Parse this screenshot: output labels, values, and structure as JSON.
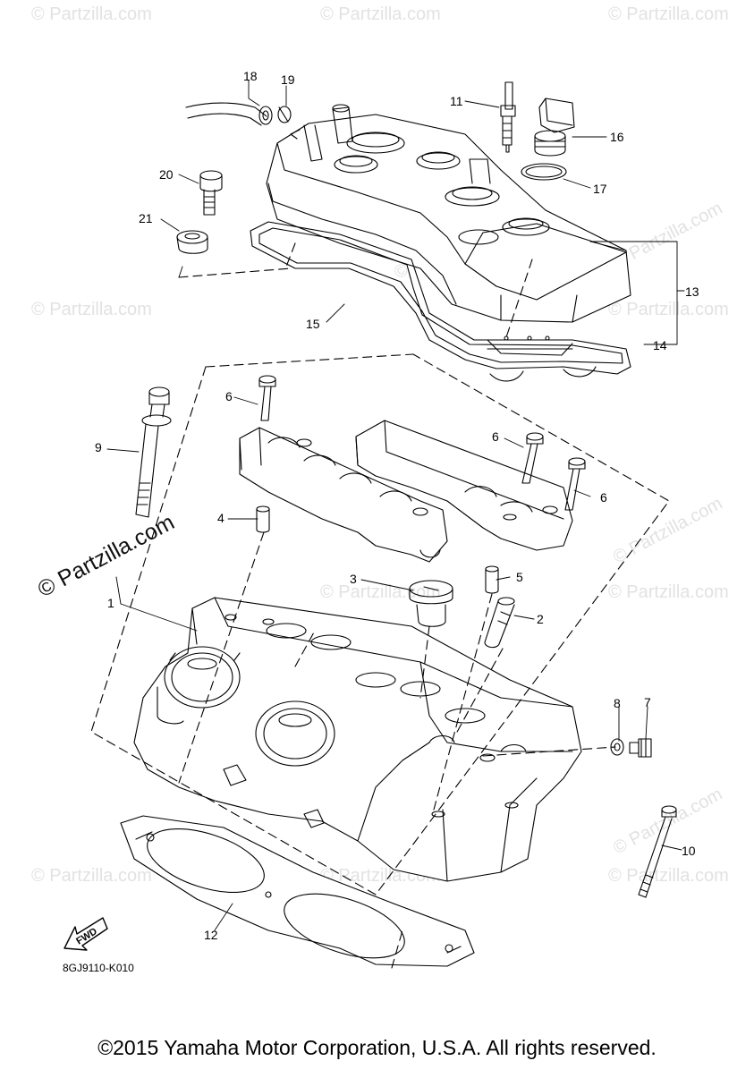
{
  "watermark": {
    "text": "© Partzilla.com"
  },
  "diagram_code": "8GJ9110-K010",
  "fwd_label": "FWD",
  "copyright": "©2015 Yamaha Motor Corporation, U.S.A. All rights reserved.",
  "callouts": {
    "c1": "1",
    "c2": "2",
    "c3": "3",
    "c4": "4",
    "c5": "5",
    "c6a": "6",
    "c6b": "6",
    "c6c": "6",
    "c7": "7",
    "c8": "8",
    "c9": "9",
    "c10": "10",
    "c11": "11",
    "c12": "12",
    "c13": "13",
    "c14": "14",
    "c15": "15",
    "c16": "16",
    "c17": "17",
    "c18": "18",
    "c19": "19",
    "c20": "20",
    "c21": "21"
  }
}
